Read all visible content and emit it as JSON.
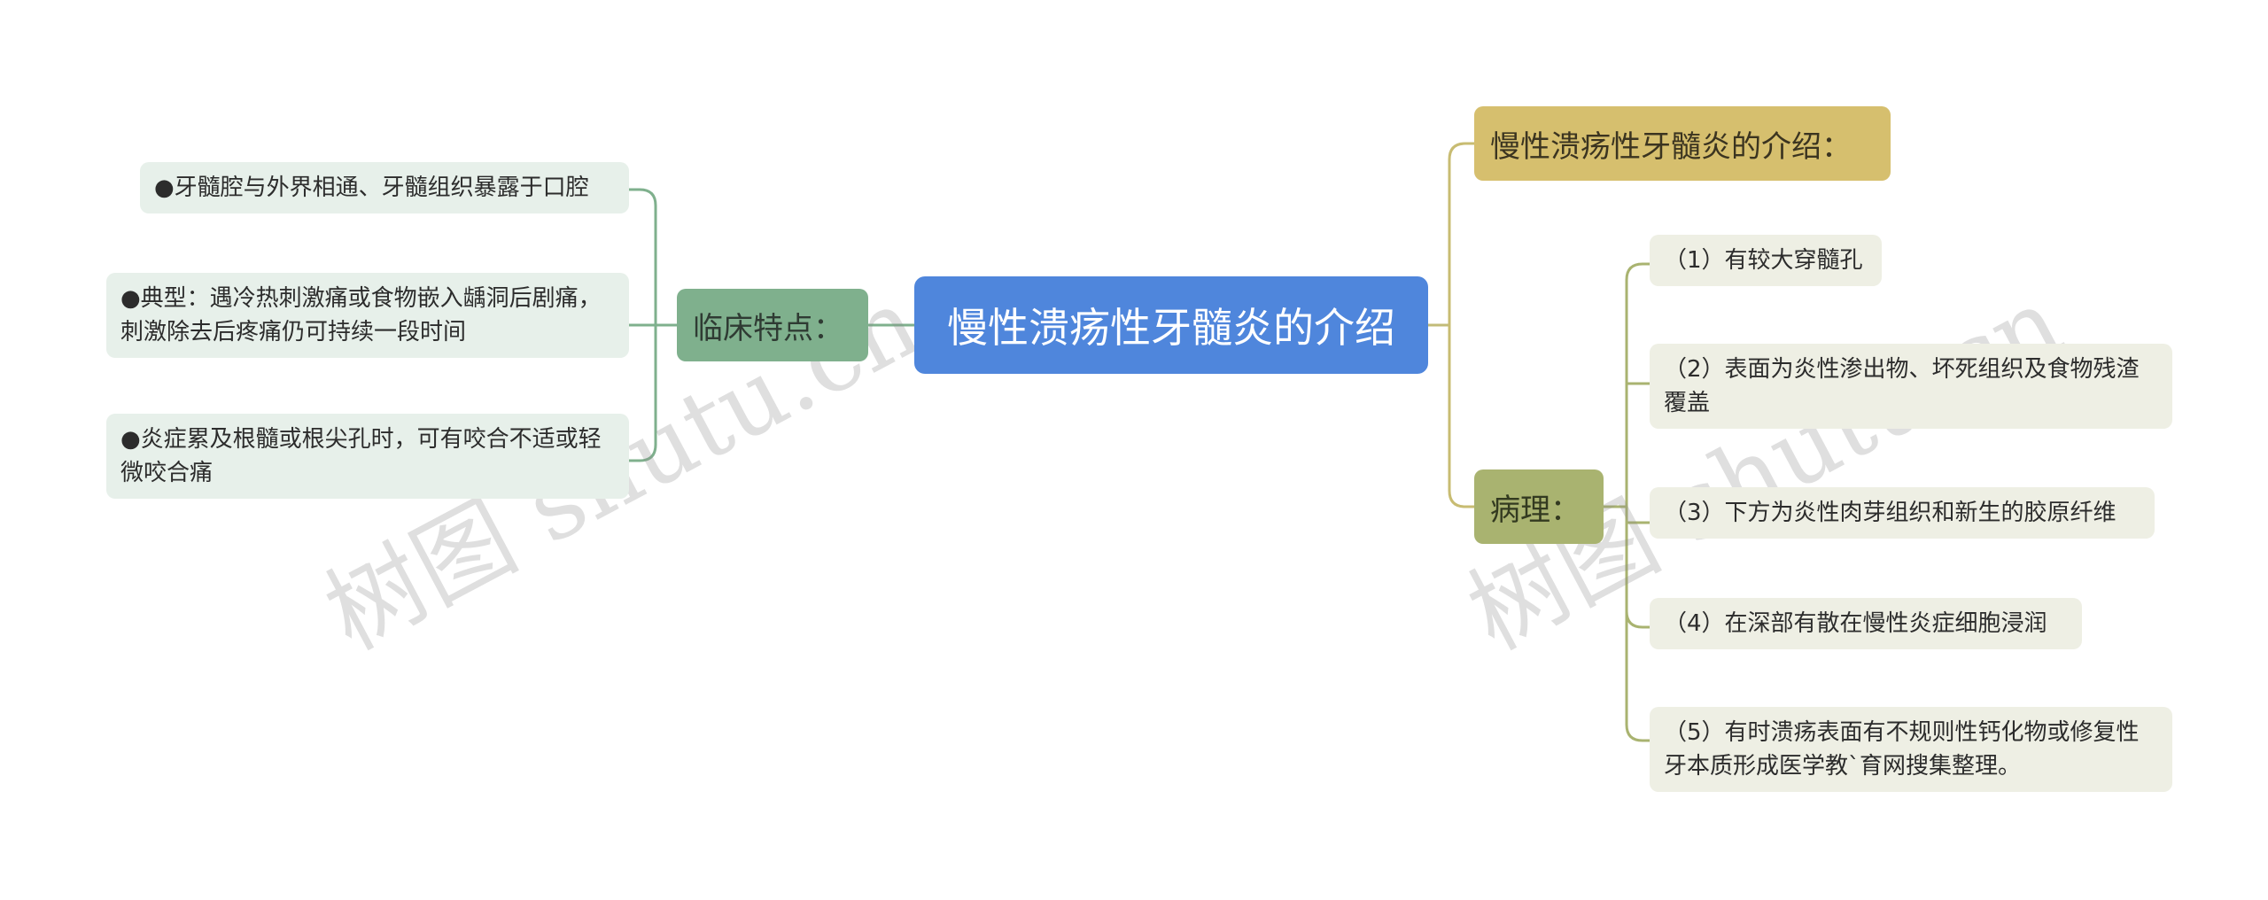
{
  "root": {
    "label": "慢性溃疡性牙髓炎的介绍"
  },
  "branches": {
    "clinical": {
      "label": "临床特点：",
      "items": [
        "●牙髓腔与外界相通、牙髓组织暴露于口腔",
        "●典型：遇冷热刺激痛或食物嵌入龋洞后剧痛，刺激除去后疼痛仍可持续一段时间",
        "●炎症累及根髓或根尖孔时，可有咬合不适或轻微咬合痛"
      ]
    },
    "intro": {
      "label": "慢性溃疡性牙髓炎的介绍："
    },
    "pathology": {
      "label": "病理：",
      "items": [
        "（1）有较大穿髓孔",
        "（2）表面为炎性渗出物、坏死组织及食物残渣覆盖",
        "（3）下方为炎性肉芽组织和新生的胶原纤维",
        "（4）在深部有散在慢性炎症细胞浸润",
        "（5）有时溃疡表面有不规则性钙化物或修复性牙本质形成医学教`育网搜集整理。"
      ]
    }
  },
  "watermarks": [
    "树图 shutu.cn",
    "树图 shutu.cn"
  ],
  "colors": {
    "root": "#4f86dc",
    "clinical": "#7fb08d",
    "intro": "#d6bf6e",
    "pathology": "#a9b370",
    "leaf_green": "#e7f0ea",
    "leaf_olive": "#eeefe4"
  }
}
